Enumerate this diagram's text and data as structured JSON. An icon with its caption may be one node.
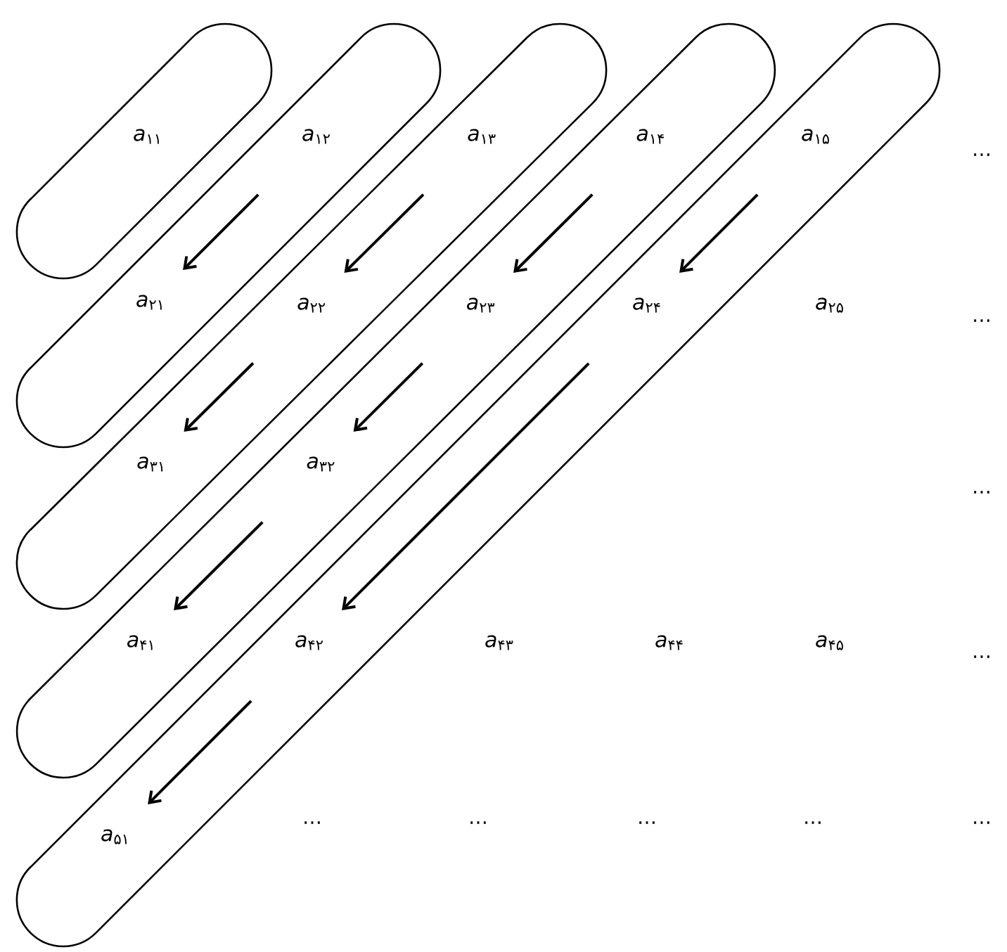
{
  "diagram": {
    "nodes": [
      {
        "text": [],
        "shape": "capsule"
      },
      {
        "text": [
          "*a*$_{۱۱}$"
        ],
        "in": 0
      },
      {
        "text": [],
        "shape": "capsule"
      },
      {
        "text": [
          "*a*$_{۱۲}$"
        ],
        "in": 2
      },
      {
        "text": [
          "*a*$_{۲۱}$"
        ],
        "in": 2
      },
      {
        "text": [],
        "shape": "capsule"
      },
      {
        "text": [
          "*a*$_{۱۳}$"
        ],
        "in": 5
      },
      {
        "text": [
          "*a*$_{۲۲}$"
        ],
        "in": 5
      },
      {
        "text": [
          "*a*$_{۳۱}$"
        ],
        "in": 5
      },
      {
        "text": [],
        "shape": "capsule"
      },
      {
        "text": [
          "*a*$_{۱۴}$"
        ],
        "in": 9
      },
      {
        "text": [
          "*a*$_{۲۳}$"
        ],
        "in": 9
      },
      {
        "text": [
          "*a*$_{۳۲}$"
        ],
        "in": 9
      },
      {
        "text": [
          "*a*$_{۴۱}$"
        ],
        "in": 9
      },
      {
        "text": [],
        "shape": "capsule"
      },
      {
        "text": [
          "*a*$_{۱۵}$"
        ],
        "in": 14
      },
      {
        "text": [
          "*a*$_{۲۴}$"
        ],
        "in": 14
      },
      {
        "text": [
          "*a*$_{۴۲}$"
        ],
        "in": 14
      },
      {
        "text": [
          "*a*$_{۵۱}$"
        ],
        "in": 14
      },
      {
        "text": [
          "*a*$_{۲۵}$"
        ]
      },
      {
        "text": [
          "*a*$_{۴۳}$"
        ]
      },
      {
        "text": [
          "*a*$_{۴۴}$"
        ]
      },
      {
        "text": [
          "*a*$_{۴۵}$"
        ]
      }
    ],
    "edges": [
      {
        "from": 3,
        "to": 4,
        "arrow": "to"
      },
      {
        "from": 6,
        "to": 7,
        "arrow": "to"
      },
      {
        "from": 7,
        "to": 8,
        "arrow": "to"
      },
      {
        "from": 10,
        "to": 11,
        "arrow": "to"
      },
      {
        "from": 11,
        "to": 12,
        "arrow": "to"
      },
      {
        "from": 12,
        "to": 13,
        "arrow": "to"
      },
      {
        "from": 15,
        "to": 16,
        "arrow": "to"
      },
      {
        "from": 16,
        "to": 17,
        "arrow": "to"
      },
      {
        "from": 17,
        "to": 18,
        "arrow": "to"
      }
    ],
    "labels": [
      "…",
      "…",
      "…",
      "…",
      "…",
      "…",
      "…",
      "…",
      "…"
    ]
  }
}
